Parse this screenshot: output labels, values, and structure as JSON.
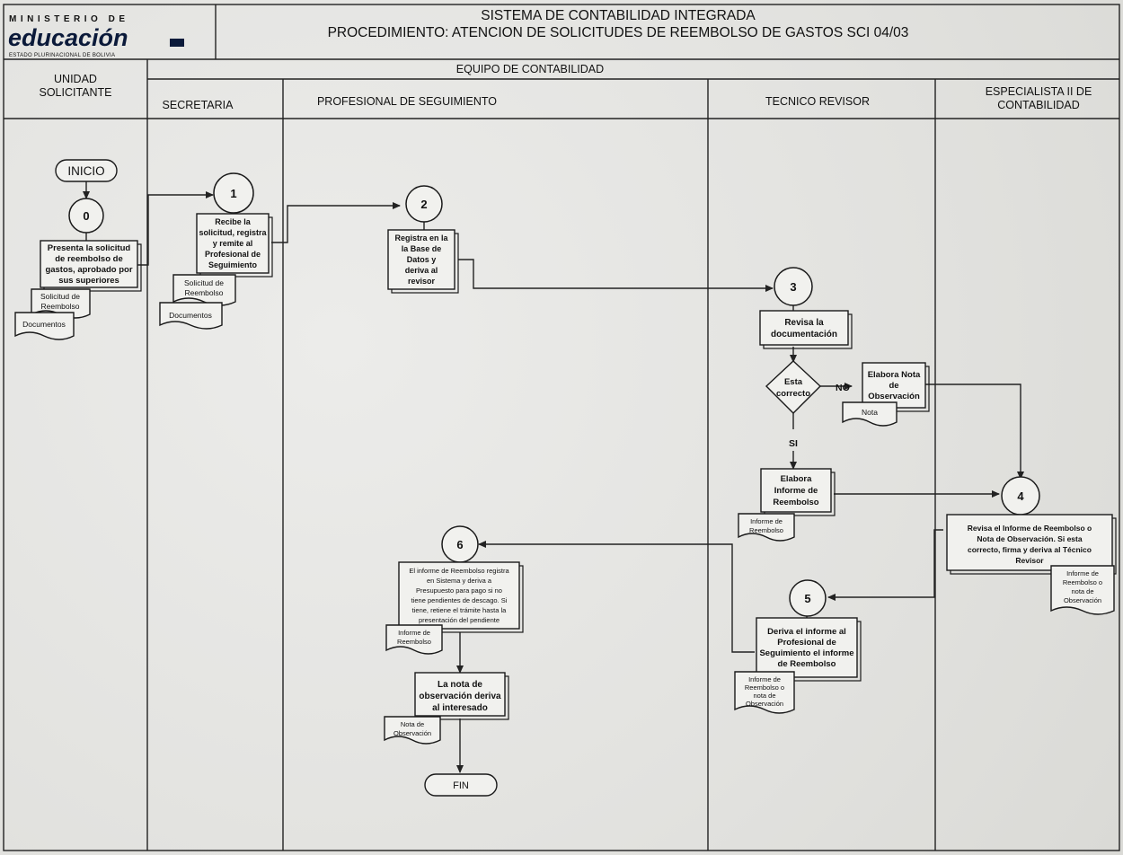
{
  "header": {
    "logo_line1": "MINISTERIO DE",
    "logo_word": "educación",
    "logo_line3": "ESTADO PLURINACIONAL DE BOLIVIA",
    "title_line1": "SISTEMA DE CONTABILIDAD INTEGRADA",
    "title_line2": "PROCEDIMIENTO: ATENCION DE SOLICITUDES DE REEMBOLSO DE GASTOS SCI 04/03",
    "team": "EQUIPO DE CONTABILIDAD"
  },
  "lanes": {
    "unidad": [
      "UNIDAD",
      "SOLICITANTE"
    ],
    "secretaria": "SECRETARIA",
    "profesional": "PROFESIONAL DE SEGUIMIENTO",
    "tecnico": "TECNICO REVISOR",
    "especialista": [
      "ESPECIALISTA II DE",
      "CONTABILIDAD"
    ]
  },
  "nodes": {
    "inicio": "INICIO",
    "fin": "FIN",
    "c0": "0",
    "c1": "1",
    "c2": "2",
    "c3": "3",
    "c4": "4",
    "c5": "5",
    "c6": "6",
    "p0": [
      "Presenta la solicitud",
      "de reembolso de",
      "gastos, aprobado por",
      "sus superiores"
    ],
    "p1": [
      "Recibe la",
      "solicitud, registra",
      "y remite al",
      "Profesional de",
      "Seguimiento"
    ],
    "p2": [
      "Registra en la",
      "la Base de",
      "Datos y",
      "deriva al",
      "revisor"
    ],
    "p3": [
      "Revisa la",
      "documentación"
    ],
    "decision": [
      "Esta",
      "correcto"
    ],
    "no": "NO",
    "si": "SI",
    "p_nota": [
      "Elabora Nota",
      "de",
      "Observación"
    ],
    "p_informe": [
      "Elabora",
      "Informe de",
      "Reembolso"
    ],
    "p4": [
      "Revisa el Informe de Reembolso o",
      "Nota de Observación. Si esta",
      "correcto, firma y deriva al Técnico",
      "Revisor"
    ],
    "p5": [
      "Deriva el informe al",
      "Profesional de",
      "Seguimiento el informe",
      "de Reembolso"
    ],
    "p6": [
      "El informe de Reembolso registra",
      "en Sistema y deriva a",
      "Presupuesto para pago si no",
      "tiene pendientes de descago. Si",
      "tiene, retiene el trámite hasta la",
      "presentación del pendiente"
    ],
    "p7": [
      "La nota de",
      "observación deriva",
      "al interesado"
    ]
  },
  "documents": {
    "d0a": [
      "Solicitud de",
      "Reembolso"
    ],
    "d0b": [
      "Documentos"
    ],
    "d1a": [
      "Solicitud de",
      "Reembolso"
    ],
    "d1b": [
      "Documentos"
    ],
    "d_nota": [
      "Nota"
    ],
    "d_informe": [
      "Informe de",
      "Reembolso"
    ],
    "d4": [
      "Informe de",
      "Reembolso o",
      "nota de",
      "Observación"
    ],
    "d5": [
      "Informe de",
      "Reembolso o",
      "nota de",
      "Observación"
    ],
    "d6": [
      "Informe de",
      "Reembolso"
    ],
    "d7": [
      "Nota de",
      "Observación"
    ]
  }
}
